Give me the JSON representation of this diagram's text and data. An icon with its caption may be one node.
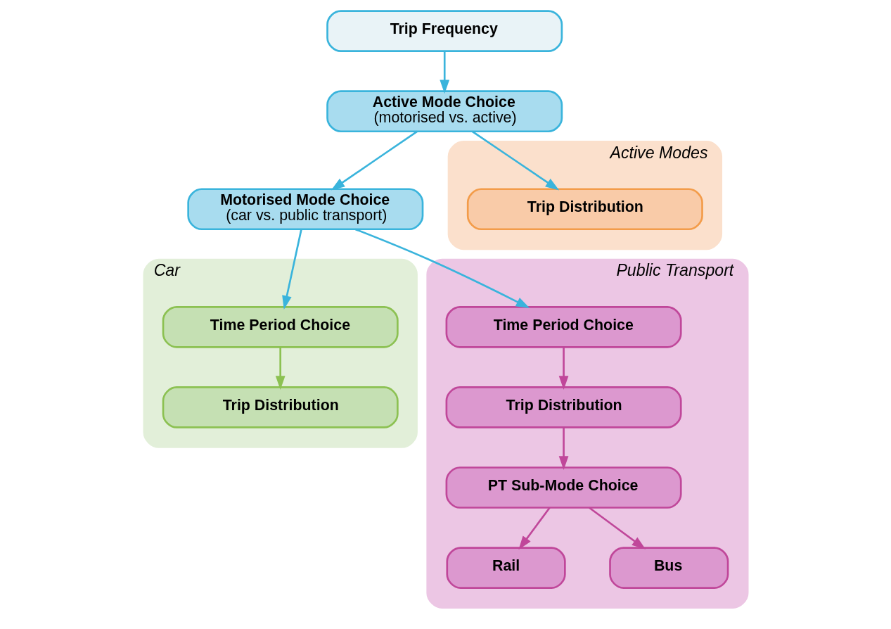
{
  "diagram": {
    "nodes": [
      {
        "text": [
          "Trip Frequency"
        ]
      },
      {
        "text": [
          "Active Mode Choice",
          "(motorised vs. active)"
        ]
      },
      {
        "text": [
          "Motorised Mode Choice",
          "(car vs. public transport)"
        ]
      },
      {
        "text": [
          "Car"
        ]
      },
      {
        "text": [
          "Time Period Choice"
        ],
        "in": 3
      },
      {
        "text": [
          "Trip Distribution"
        ],
        "in": 3
      },
      {
        "text": [
          "Public Transport"
        ]
      },
      {
        "text": [
          "Time Period Choice"
        ],
        "in": 6
      },
      {
        "text": [
          "Trip Distribution"
        ],
        "in": 6
      },
      {
        "text": [
          "PT Sub-Mode Choice"
        ],
        "in": 6
      },
      {
        "text": [
          "Rail"
        ],
        "in": 6
      },
      {
        "text": [
          "Bus"
        ],
        "in": 6
      },
      {
        "text": [
          "Active Modes"
        ]
      },
      {
        "text": [
          "Trip Distribution"
        ],
        "in": 12
      }
    ],
    "edges": [
      {
        "from": 0,
        "to": 1,
        "arrow": "to"
      },
      {
        "from": 1,
        "to": 2,
        "arrow": "to"
      },
      {
        "from": 1,
        "to": 13,
        "arrow": "to"
      },
      {
        "from": 2,
        "to": 4,
        "arrow": "to"
      },
      {
        "from": 2,
        "to": 7,
        "arrow": "to"
      },
      {
        "from": 4,
        "to": 5,
        "arrow": "to",
        "color": "#8cc152"
      },
      {
        "from": 7,
        "to": 8,
        "arrow": "to",
        "color": "#c0479a"
      },
      {
        "from": 8,
        "to": 9,
        "arrow": "to",
        "color": "#c0479a"
      },
      {
        "from": 9,
        "to": 10,
        "arrow": "to",
        "color": "#c0479a"
      },
      {
        "from": 9,
        "to": 11,
        "arrow": "to",
        "color": "#c0479a"
      }
    ]
  }
}
